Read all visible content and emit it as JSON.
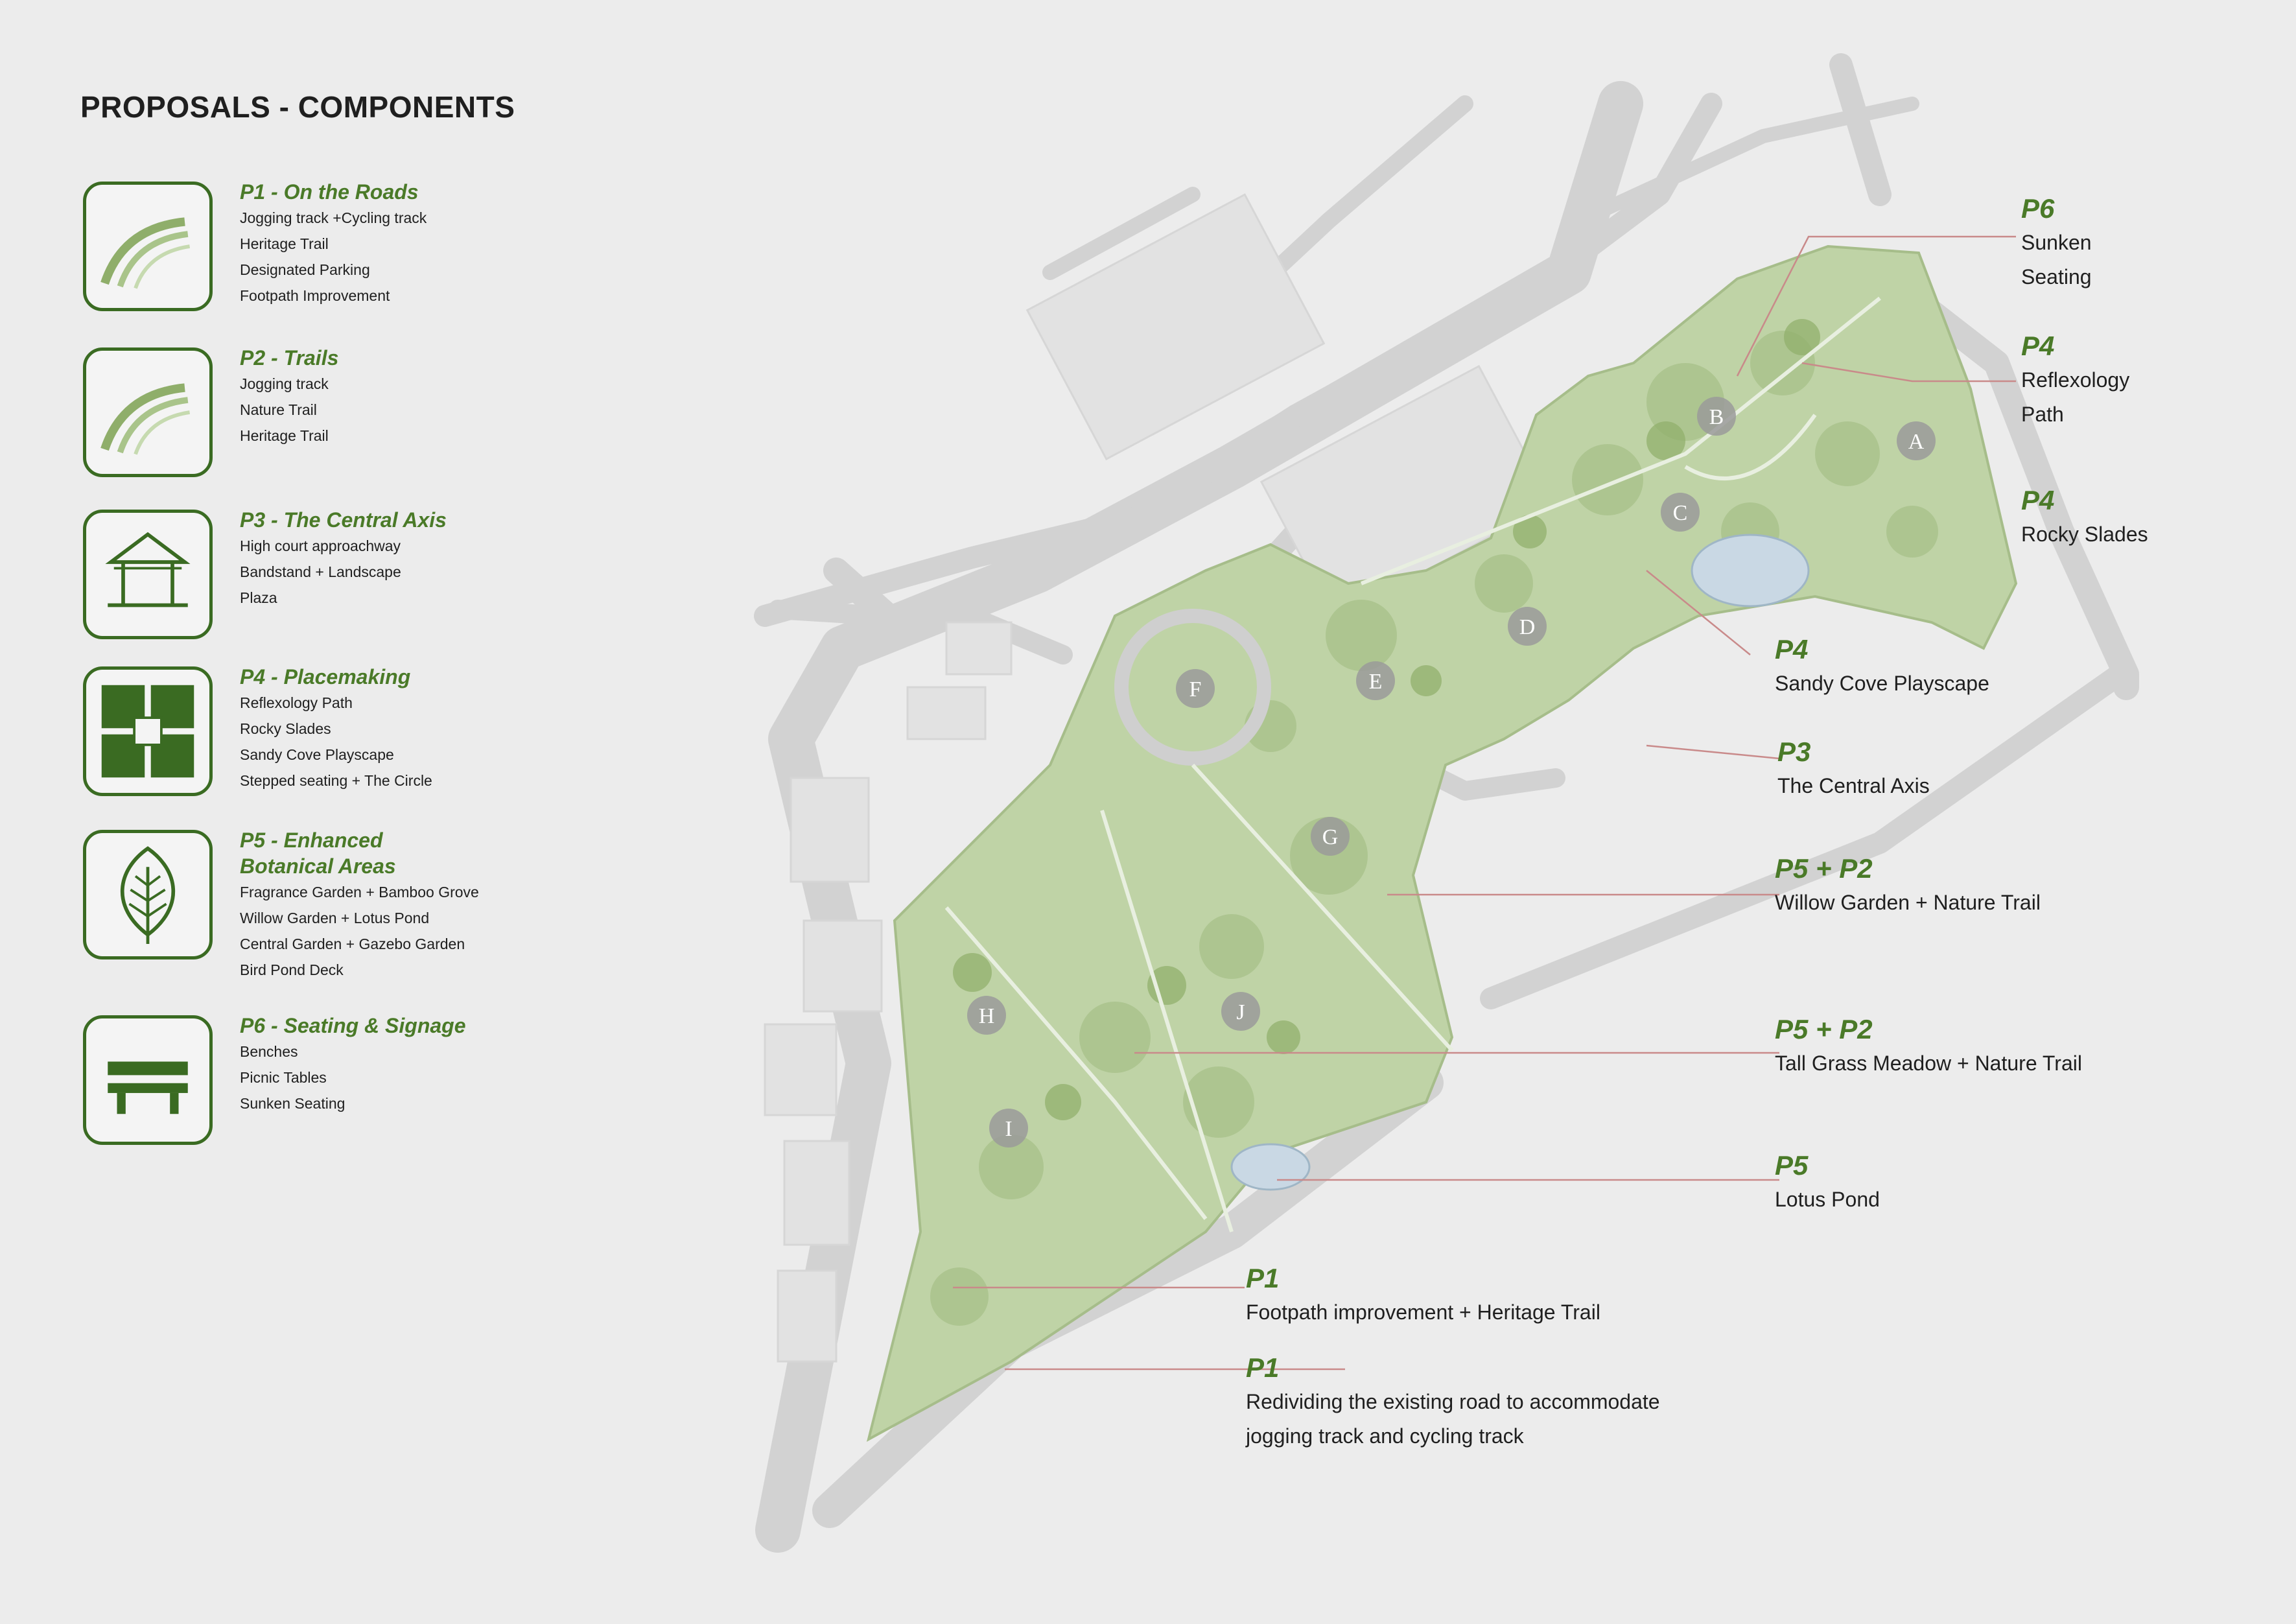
{
  "title": "PROPOSALS - COMPONENTS",
  "legend": [
    {
      "code_title": "P1 - On the Roads",
      "icon": "road-curve-icon",
      "items": [
        "Jogging track +Cycling track",
        "Heritage Trail",
        "Designated Parking",
        "Footpath Improvement"
      ]
    },
    {
      "code_title": "P2 - Trails",
      "icon": "trail-curve-icon",
      "items": [
        "Jogging track",
        "Nature Trail",
        "Heritage Trail"
      ]
    },
    {
      "code_title": "P3 - The Central Axis",
      "icon": "bandstand-icon",
      "items": [
        "High court approachway",
        "Bandstand + Landscape",
        "Plaza"
      ]
    },
    {
      "code_title": "P4 - Placemaking",
      "icon": "plaza-grid-icon",
      "items": [
        "Reflexology Path",
        "Rocky Slades",
        "Sandy Cove Playscape",
        "Stepped seating + The Circle"
      ]
    },
    {
      "code_title": "P5 - Enhanced\nBotanical Areas",
      "icon": "leaf-icon",
      "items": [
        "Fragrance Garden + Bamboo Grove",
        "Willow Garden + Lotus Pond",
        "Central Garden + Gazebo Garden",
        "Bird Pond Deck"
      ]
    },
    {
      "code_title": "P6 - Seating & Signage",
      "icon": "bench-icon",
      "items": [
        "Benches",
        "Picnic Tables",
        "Sunken Seating"
      ]
    }
  ],
  "callouts": [
    {
      "code": "P6",
      "desc": "Sunken\nSeating"
    },
    {
      "code": "P4",
      "desc": "Reflexology\nPath"
    },
    {
      "code": "P4",
      "desc": "Rocky Slades"
    },
    {
      "code": "P4",
      "desc": "Sandy Cove Playscape"
    },
    {
      "code": "P3",
      "desc": "The Central Axis"
    },
    {
      "code": "P5 + P2",
      "desc": "Willow Garden + Nature Trail"
    },
    {
      "code": "P5 + P2",
      "desc": "Tall Grass Meadow + Nature Trail"
    },
    {
      "code": "P5",
      "desc": "Lotus Pond"
    },
    {
      "code": "P1",
      "desc": "Footpath improvement + Heritage Trail"
    },
    {
      "code": "P1",
      "desc": "Redividing the existing road to accommodate\njogging track  and cycling track"
    }
  ],
  "zones": [
    "A",
    "B",
    "C",
    "D",
    "E",
    "F",
    "G",
    "H",
    "I",
    "J"
  ],
  "colors": {
    "accent": "#4a7a28",
    "park": "#b9cfa0",
    "road": "#cfcfcf",
    "leader": "#c98a8a",
    "background": "#ececec"
  }
}
